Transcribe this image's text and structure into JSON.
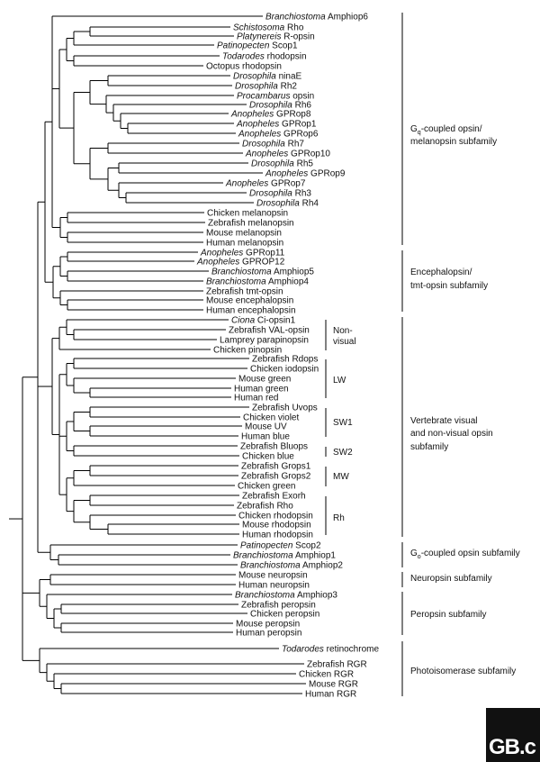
{
  "leaves": [
    {
      "id": "bra6",
      "genus": "Branchiostoma",
      "name": "Amphiop6"
    },
    {
      "id": "sch",
      "genus": "Schistosoma",
      "name": "Rho"
    },
    {
      "id": "pla",
      "genus": "Platynereis",
      "name": "R-opsin"
    },
    {
      "id": "pat1",
      "genus": "Patinopecten",
      "name": "Scop1"
    },
    {
      "id": "todr",
      "genus": "Todarodes",
      "name": "rhodopsin"
    },
    {
      "id": "oct",
      "genus": "",
      "name": "Octopus rhodopsin"
    },
    {
      "id": "dNinaE",
      "genus": "Drosophila",
      "name": "ninaE"
    },
    {
      "id": "dRh2",
      "genus": "Drosophila",
      "name": "Rh2"
    },
    {
      "id": "proc",
      "genus": "Procambarus",
      "name": "opsin"
    },
    {
      "id": "dRh6",
      "genus": "Drosophila",
      "name": "Rh6"
    },
    {
      "id": "aG8",
      "genus": "Anopheles",
      "name": "GPRop8"
    },
    {
      "id": "aG1",
      "genus": "Anopheles",
      "name": "GPRop1"
    },
    {
      "id": "aG6",
      "genus": "Anopheles",
      "name": "GPRop6"
    },
    {
      "id": "dRh7",
      "genus": "Drosophila",
      "name": "Rh7"
    },
    {
      "id": "aG10",
      "genus": "Anopheles",
      "name": "GPRop10"
    },
    {
      "id": "dRh5",
      "genus": "Drosophila",
      "name": "Rh5"
    },
    {
      "id": "aG9",
      "genus": "Anopheles",
      "name": "GPRop9"
    },
    {
      "id": "aG7",
      "genus": "Anopheles",
      "name": "GPRop7"
    },
    {
      "id": "dRh3",
      "genus": "Drosophila",
      "name": "Rh3"
    },
    {
      "id": "dRh4",
      "genus": "Drosophila",
      "name": "Rh4"
    },
    {
      "id": "chMel",
      "genus": "",
      "name": "Chicken melanopsin"
    },
    {
      "id": "zfMel",
      "genus": "",
      "name": "Zebrafish melanopsin"
    },
    {
      "id": "moMel",
      "genus": "",
      "name": "Mouse melanopsin"
    },
    {
      "id": "huMel",
      "genus": "",
      "name": "Human melanopsin"
    },
    {
      "id": "aG11",
      "genus": "Anopheles",
      "name": "GPRop11"
    },
    {
      "id": "aG12",
      "genus": "Anopheles",
      "name": "GPROP12"
    },
    {
      "id": "bra5",
      "genus": "Branchiostoma",
      "name": "Amphiop5"
    },
    {
      "id": "bra4",
      "genus": "Branchiostoma",
      "name": "Amphiop4"
    },
    {
      "id": "zfTmt",
      "genus": "",
      "name": "Zebrafish tmt-opsin"
    },
    {
      "id": "moEnc",
      "genus": "",
      "name": "Mouse encephalopsin"
    },
    {
      "id": "huEnc",
      "genus": "",
      "name": "Human encephalopsin"
    },
    {
      "id": "cio",
      "genus": "Ciona",
      "name": "Ci-opsin1"
    },
    {
      "id": "zfVal",
      "genus": "",
      "name": "Zebrafish VAL-opsin"
    },
    {
      "id": "lamp",
      "genus": "",
      "name": "Lamprey parapinopsin"
    },
    {
      "id": "chPin",
      "genus": "",
      "name": "Chicken pinopsin"
    },
    {
      "id": "zfRd",
      "genus": "",
      "name": "Zebrafish Rdops"
    },
    {
      "id": "chIod",
      "genus": "",
      "name": "Chicken iodopsin"
    },
    {
      "id": "moGr",
      "genus": "",
      "name": "Mouse green"
    },
    {
      "id": "huGr",
      "genus": "",
      "name": "Human green"
    },
    {
      "id": "huRed",
      "genus": "",
      "name": "Human red"
    },
    {
      "id": "zfUv",
      "genus": "",
      "name": "Zebrafish Uvops"
    },
    {
      "id": "chVio",
      "genus": "",
      "name": "Chicken violet"
    },
    {
      "id": "moUv",
      "genus": "",
      "name": "Mouse UV"
    },
    {
      "id": "huBlue",
      "genus": "",
      "name": "Human blue"
    },
    {
      "id": "zfBl",
      "genus": "",
      "name": "Zebrafish Bluops"
    },
    {
      "id": "chBl",
      "genus": "",
      "name": "Chicken blue"
    },
    {
      "id": "zfG1",
      "genus": "",
      "name": "Zebrafish Grops1"
    },
    {
      "id": "zfG2",
      "genus": "",
      "name": "Zebrafish Grops2"
    },
    {
      "id": "chGr",
      "genus": "",
      "name": "Chicken green"
    },
    {
      "id": "zfEx",
      "genus": "",
      "name": "Zebrafish Exorh"
    },
    {
      "id": "zfRho",
      "genus": "",
      "name": "Zebrafish Rho"
    },
    {
      "id": "chRho",
      "genus": "",
      "name": "Chicken rhodopsin"
    },
    {
      "id": "moRho",
      "genus": "",
      "name": "Mouse rhodopsin"
    },
    {
      "id": "huRho",
      "genus": "",
      "name": "Human rhodopsin"
    },
    {
      "id": "pat2",
      "genus": "Patinopecten",
      "name": "Scop2"
    },
    {
      "id": "bra1",
      "genus": "Branchiostoma",
      "name": "Amphiop1"
    },
    {
      "id": "bra2",
      "genus": "Branchiostoma",
      "name": "Amphiop2"
    },
    {
      "id": "moNeu",
      "genus": "",
      "name": "Mouse neuropsin"
    },
    {
      "id": "huNeu",
      "genus": "",
      "name": "Human neuropsin"
    },
    {
      "id": "bra3",
      "genus": "Branchiostoma",
      "name": "Amphiop3"
    },
    {
      "id": "zfPer",
      "genus": "",
      "name": "Zebrafish peropsin"
    },
    {
      "id": "chPer",
      "genus": "",
      "name": "Chicken peropsin"
    },
    {
      "id": "moPer",
      "genus": "",
      "name": "Mouse peropsin"
    },
    {
      "id": "huPer",
      "genus": "",
      "name": "Human peropsin"
    },
    {
      "id": "todRet",
      "genus": "Todarodes",
      "name": "retinochrome"
    },
    {
      "id": "zfRGR",
      "genus": "",
      "name": "Zebrafish RGR"
    },
    {
      "id": "chRGR",
      "genus": "",
      "name": "Chicken RGR"
    },
    {
      "id": "moRGR",
      "genus": "",
      "name": "Mouse RGR"
    },
    {
      "id": "huRGR",
      "genus": "",
      "name": "Human RGR"
    }
  ],
  "tree": "((((bra6,((((sch,pla),pat1),(todr,oct)),((((dNinaE,dRh2),(proc,(dRh6,(aG8,(aG1,aG6))))),((dRh7,aG10),((dRh5,aG9),(aG7,(dRh3,dRh4))))))),((chMel,zfMel),(moMel,huMel))),(((aG11,aG12),(bra5,bra4)),(zfTmt,(moEnc,huEnc)))),((((cio,(zfVal,lamp)),chPin),(((zfRd,chIod),(moGr,(huGr,huRed))),(((zfUv,chVio),(moUv,huBlue)),(zfBl,chBl)),(((zfG1,zfG2),chGr),((zfEx,zfRho),(chRho,(moRho,huRho))))))),(pat2,(bra1,bra2))),((moNeu,huNeu),(bra3,((zfPer,chPer),(moPer,huPer)))),(todRet,(zfRGR,(chRGR,(moRGR,huRGR)))))",
  "subgroups": [
    {
      "id": "nonvisual",
      "lines": [
        "Non-",
        "visual"
      ]
    },
    {
      "id": "lw",
      "lines": [
        "LW"
      ]
    },
    {
      "id": "sw1",
      "lines": [
        "SW1"
      ]
    },
    {
      "id": "sw2",
      "lines": [
        "SW2"
      ]
    },
    {
      "id": "mw",
      "lines": [
        "MW"
      ]
    },
    {
      "id": "rh",
      "lines": [
        "Rh"
      ]
    }
  ],
  "families": [
    {
      "id": "gq",
      "lines": [
        "Gq-coupled opsin/",
        "melanopsin subfamily"
      ],
      "subscript": {
        "line": 0,
        "base": "G",
        "sub": "q"
      }
    },
    {
      "id": "enc",
      "lines": [
        "Encephalopsin/",
        "tmt-opsin subfamily"
      ]
    },
    {
      "id": "vert",
      "lines": [
        "Vertebrate visual",
        "and non-visual opsin",
        "subfamily"
      ]
    },
    {
      "id": "go",
      "lines": [
        "Go-coupled opsin subfamily"
      ],
      "subscript": {
        "line": 0,
        "base": "G",
        "sub": "o"
      }
    },
    {
      "id": "neu",
      "lines": [
        "Neuropsin subfamily"
      ]
    },
    {
      "id": "per",
      "lines": [
        "Peropsin subfamily"
      ]
    },
    {
      "id": "photo",
      "lines": [
        "Photoisomerase subfamily"
      ]
    }
  ],
  "logo": "GB.c"
}
